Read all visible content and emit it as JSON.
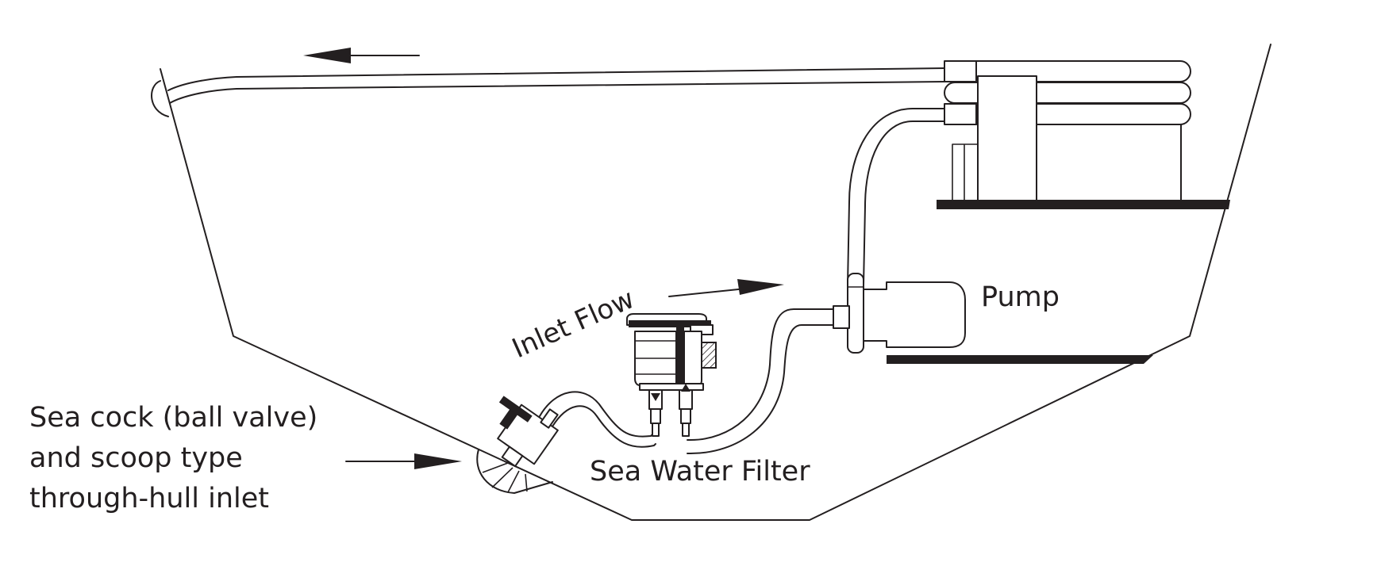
{
  "labels": {
    "inlet_flow": "Inlet Flow",
    "pump": "Pump",
    "sea_water_filter": "Sea Water Filter",
    "sea_cock_line1": "Sea cock (ball valve)",
    "sea_cock_line2": "and scoop type",
    "sea_cock_line3": "through-hull inlet"
  },
  "colors": {
    "ink": "#231f20",
    "background": "#ffffff"
  }
}
